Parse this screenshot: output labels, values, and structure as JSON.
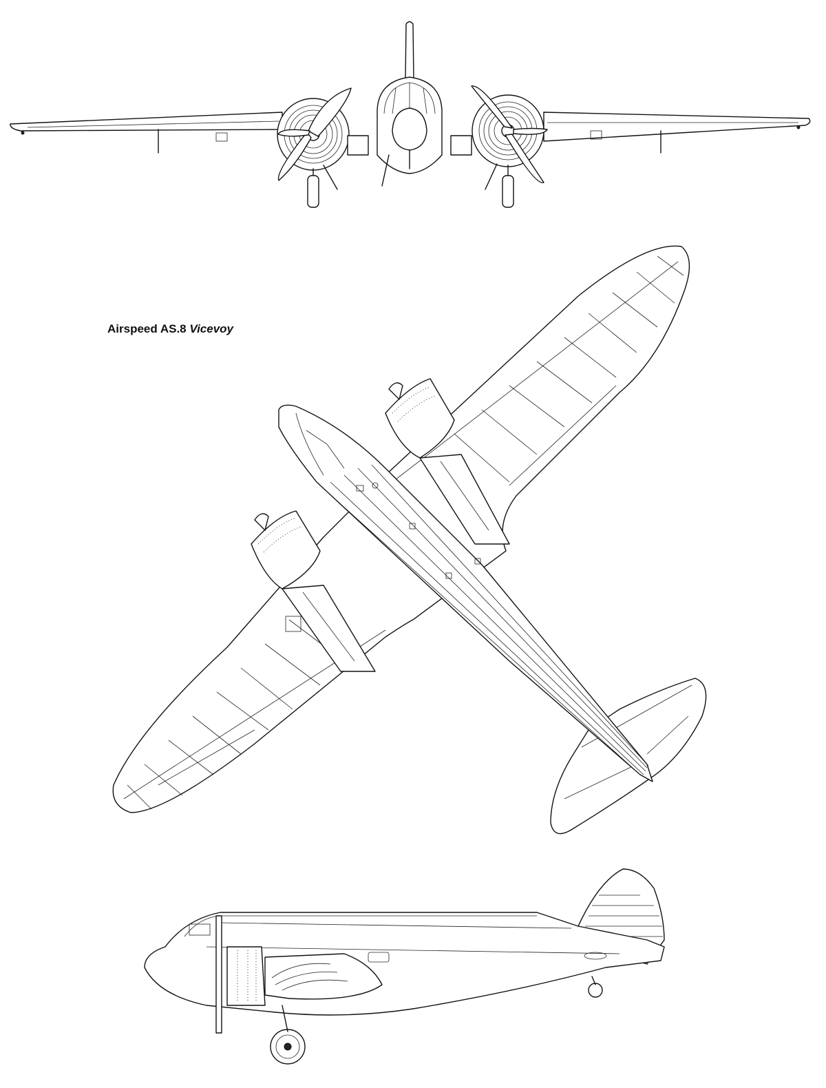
{
  "title": {
    "main": "Airspeed AS.8 ",
    "italic": "Vicevoy"
  },
  "views": [
    "front-view",
    "plan-view",
    "side-view"
  ],
  "colors": {
    "ink": "#111111",
    "paper": "#ffffff"
  }
}
